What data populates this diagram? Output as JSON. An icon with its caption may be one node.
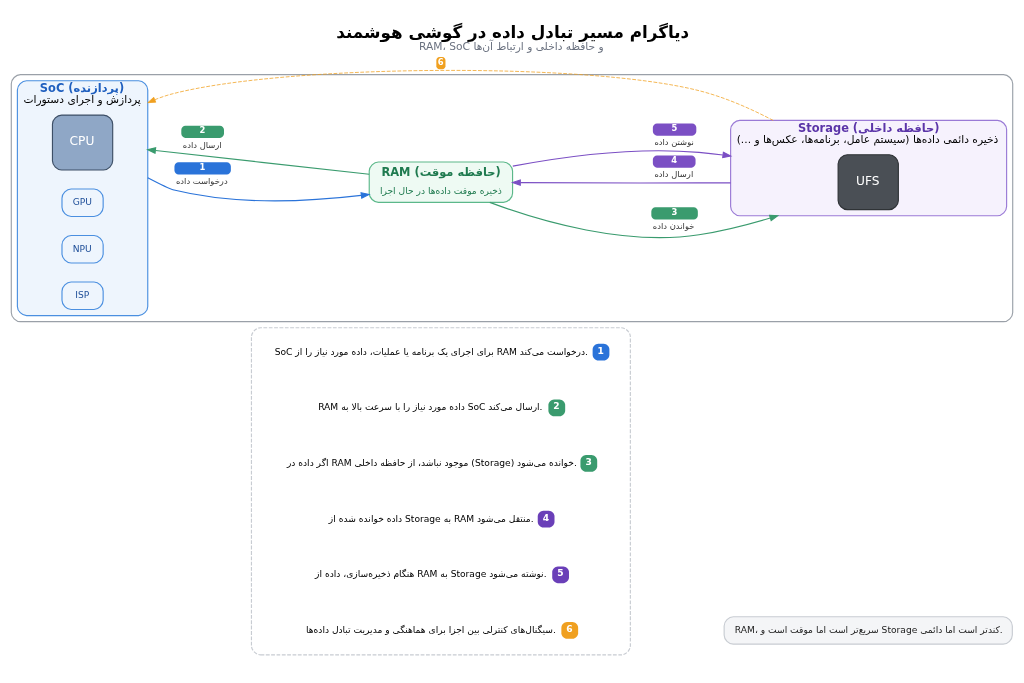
{
  "diagram": {
    "title": "دیاگرام مسیر تبادل داده در گوشی هوشمند",
    "caption": "RAM، SoC و حافظه داخلی و ارتباط آن‌ها",
    "nodes": [
      {
        "text": [],
        "shape": "box"
      },
      {
        "text": [
          "SoC (پردازنده)",
          "پردازش و اجرای دستورات"
        ],
        "in": 0
      },
      {
        "text": [
          "CPU"
        ],
        "in": 1
      },
      {
        "text": [
          "GPU"
        ],
        "in": 1
      },
      {
        "text": [
          "NPU"
        ],
        "in": 1
      },
      {
        "text": [
          "ISP"
        ],
        "in": 1
      },
      {
        "text": [
          "RAM (حافظه موقت)",
          "ذخیره موقت داده‌ها در حال اجرا"
        ],
        "in": 0
      },
      {
        "text": [
          "Storage (حافظه داخلی)",
          "ذخیره دائمی داده‌ها (سیستم عامل، برنامه‌ها، عکس‌ها و ...)"
        ],
        "in": 0
      },
      {
        "text": [
          "UFS"
        ],
        "in": 7
      },
      {
        "text": [],
        "shape": "box"
      },
      {
        "text": [
          "1"
        ],
        "in": 9,
        "beside": [
          "SoC برای اجرای یک برنامه یا عملیات، داده مورد نیاز را از RAM درخواست می‌کند."
        ]
      },
      {
        "text": [
          "2"
        ],
        "in": 9,
        "beside": [
          "RAM داده مورد نیاز را با سرعت بالا به SoC ارسال می‌کند."
        ]
      },
      {
        "text": [
          "3"
        ],
        "in": 9,
        "beside": [
          "اگر داده در RAM موجود نباشد، از حافظه داخلی (Storage) خوانده می‌شود."
        ]
      },
      {
        "text": [
          "4"
        ],
        "in": 9,
        "beside": [
          "داده خوانده شده از Storage به RAM منتقل می‌شود."
        ]
      },
      {
        "text": [
          "5"
        ],
        "in": 9,
        "beside": [
          "هنگام ذخیره‌سازی، داده از RAM به Storage نوشته می‌شود."
        ]
      },
      {
        "text": [
          "6"
        ],
        "in": 9,
        "beside": [
          "سیگنال‌های کنترلی بین اجزا برای هماهنگی و مدیریت تبادل داده‌ها."
        ]
      },
      {
        "text": [
          "RAM، سریع‌تر است اما موقت است و Storage کندتر است اما دائمی."
        ]
      }
    ],
    "edges": [
      {
        "from": 1,
        "to": 6,
        "arrow": "to",
        "label": "درخواست داده",
        "color": "#2a73d9"
      },
      {
        "from": 6,
        "to": 1,
        "arrow": "to",
        "label": "ارسال داده",
        "color": "#3a9b6e"
      },
      {
        "from": 6,
        "to": 7,
        "arrow": "to",
        "label": "خواندن داده",
        "color": "#3a9b6e"
      },
      {
        "from": 7,
        "to": 6,
        "arrow": "to",
        "label": "ارسال داده",
        "color": "#7b4fc4"
      },
      {
        "from": 6,
        "to": 7,
        "arrow": "to",
        "label": "نوشتن داده",
        "color": "#7b4fc4"
      },
      {
        "from": 7,
        "to": 1,
        "arrow": "to",
        "style": "dashed",
        "color": "#f0a020"
      }
    ],
    "labels": [
      "1",
      "2",
      "3",
      "4",
      "5",
      "6"
    ]
  }
}
